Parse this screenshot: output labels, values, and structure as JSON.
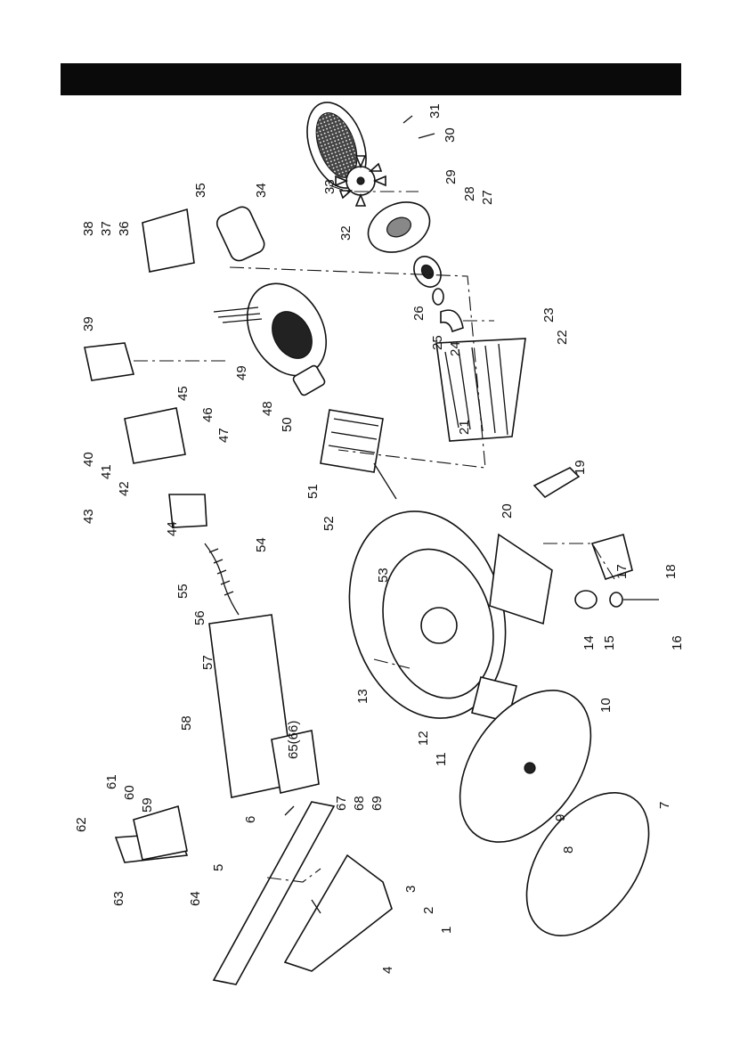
{
  "header": {
    "title": ""
  },
  "parts": [
    {
      "id": "p1",
      "label": "1"
    },
    {
      "id": "p2",
      "label": "2"
    },
    {
      "id": "p3",
      "label": "3"
    },
    {
      "id": "p4",
      "label": "4"
    },
    {
      "id": "p5",
      "label": "5"
    },
    {
      "id": "p6",
      "label": "6"
    },
    {
      "id": "p7",
      "label": "7"
    },
    {
      "id": "p8",
      "label": "8"
    },
    {
      "id": "p9",
      "label": "9"
    },
    {
      "id": "p10",
      "label": "10"
    },
    {
      "id": "p11",
      "label": "11"
    },
    {
      "id": "p12",
      "label": "12"
    },
    {
      "id": "p13",
      "label": "13"
    },
    {
      "id": "p14",
      "label": "14"
    },
    {
      "id": "p15",
      "label": "15"
    },
    {
      "id": "p16",
      "label": "16"
    },
    {
      "id": "p17",
      "label": "17"
    },
    {
      "id": "p18",
      "label": "18"
    },
    {
      "id": "p19",
      "label": "19"
    },
    {
      "id": "p20",
      "label": "20"
    },
    {
      "id": "p21",
      "label": "21"
    },
    {
      "id": "p22",
      "label": "22"
    },
    {
      "id": "p23",
      "label": "23"
    },
    {
      "id": "p24",
      "label": "24"
    },
    {
      "id": "p25",
      "label": "25"
    },
    {
      "id": "p26",
      "label": "26"
    },
    {
      "id": "p27",
      "label": "27"
    },
    {
      "id": "p28",
      "label": "28"
    },
    {
      "id": "p29",
      "label": "29"
    },
    {
      "id": "p30",
      "label": "30"
    },
    {
      "id": "p31",
      "label": "31"
    },
    {
      "id": "p32",
      "label": "32"
    },
    {
      "id": "p33",
      "label": "33"
    },
    {
      "id": "p34",
      "label": "34"
    },
    {
      "id": "p35",
      "label": "35"
    },
    {
      "id": "p36",
      "label": "36"
    },
    {
      "id": "p37",
      "label": "37"
    },
    {
      "id": "p38",
      "label": "38"
    },
    {
      "id": "p39",
      "label": "39"
    },
    {
      "id": "p40",
      "label": "40"
    },
    {
      "id": "p41",
      "label": "41"
    },
    {
      "id": "p42",
      "label": "42"
    },
    {
      "id": "p43",
      "label": "43"
    },
    {
      "id": "p44",
      "label": "44"
    },
    {
      "id": "p45",
      "label": "45"
    },
    {
      "id": "p46",
      "label": "46"
    },
    {
      "id": "p47",
      "label": "47"
    },
    {
      "id": "p48",
      "label": "48"
    },
    {
      "id": "p49",
      "label": "49"
    },
    {
      "id": "p50",
      "label": "50"
    },
    {
      "id": "p51",
      "label": "51"
    },
    {
      "id": "p52",
      "label": "52"
    },
    {
      "id": "p53",
      "label": "53"
    },
    {
      "id": "p54",
      "label": "54"
    },
    {
      "id": "p55",
      "label": "55"
    },
    {
      "id": "p56",
      "label": "56"
    },
    {
      "id": "p57",
      "label": "57"
    },
    {
      "id": "p58",
      "label": "58"
    },
    {
      "id": "p59",
      "label": "59"
    },
    {
      "id": "p60",
      "label": "60"
    },
    {
      "id": "p61",
      "label": "61"
    },
    {
      "id": "p62",
      "label": "62"
    },
    {
      "id": "p63",
      "label": "63"
    },
    {
      "id": "p64",
      "label": "64"
    },
    {
      "id": "p65",
      "label": "65(66)"
    },
    {
      "id": "p67",
      "label": "67"
    },
    {
      "id": "p68",
      "label": "68"
    },
    {
      "id": "p69",
      "label": "69"
    }
  ]
}
